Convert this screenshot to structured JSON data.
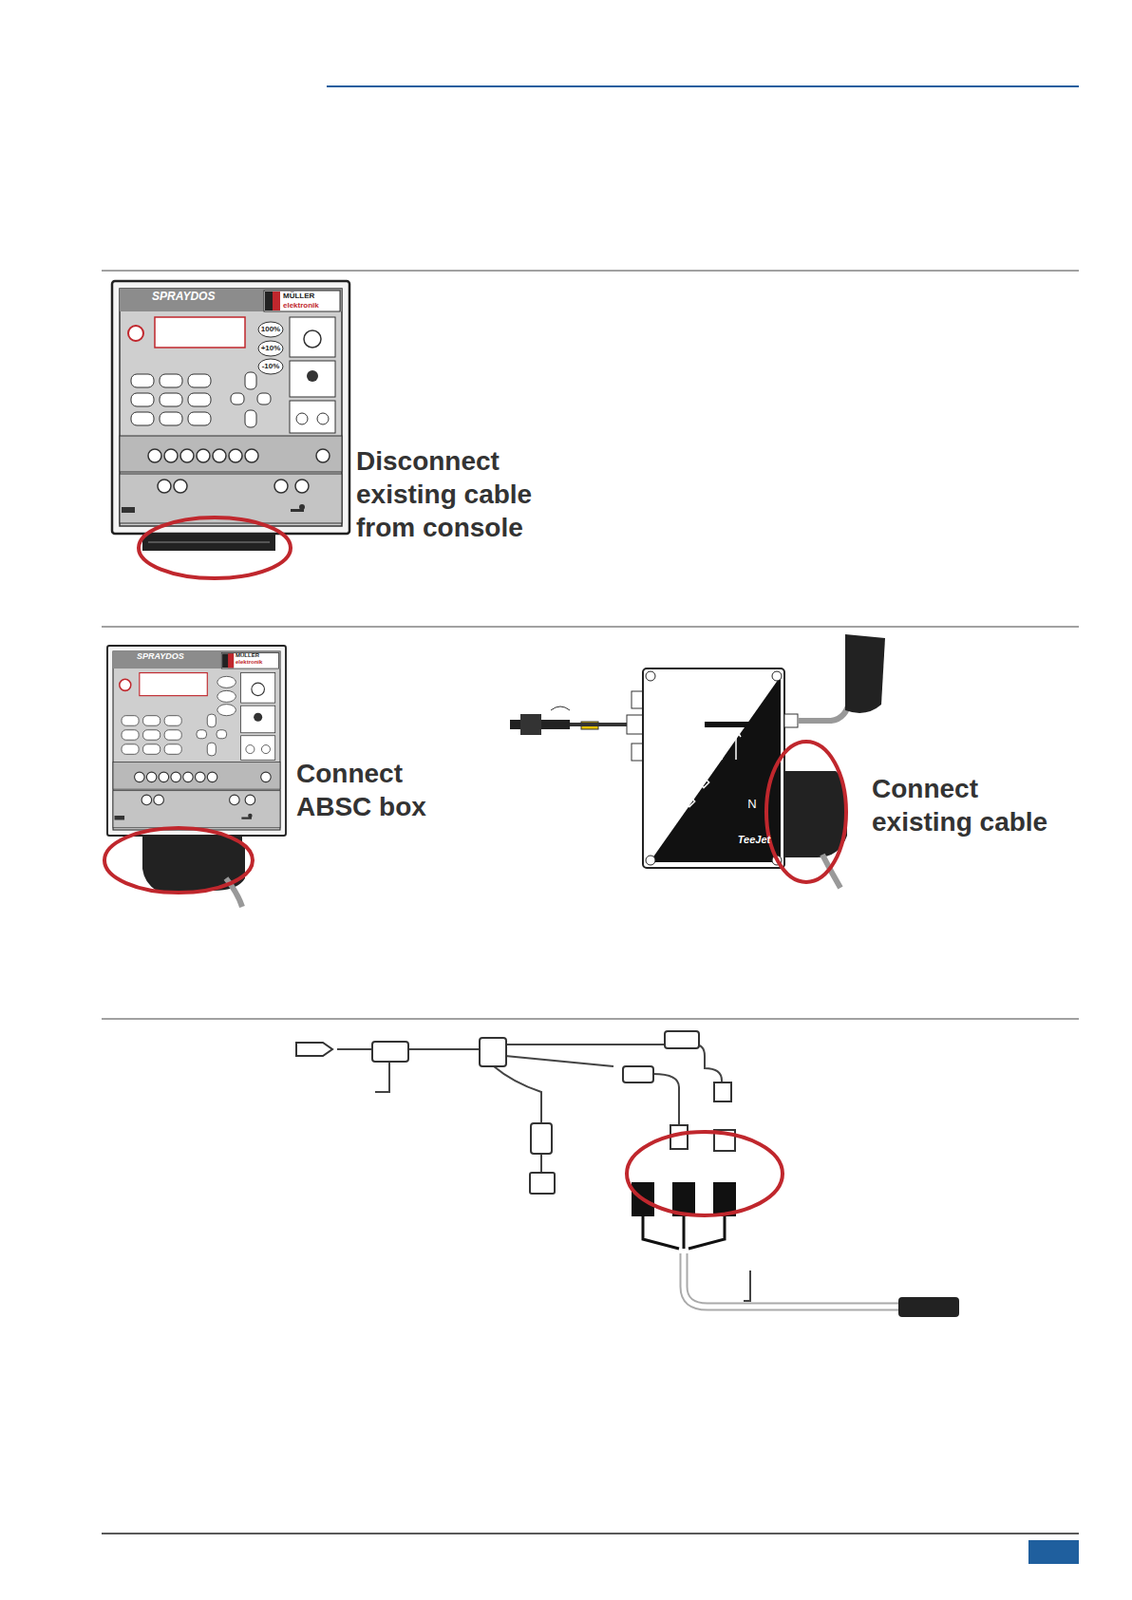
{
  "diagram": {
    "labels": [
      "SPRAYDOS",
      "MÜLLER",
      "elektronik",
      "100%",
      "+10%",
      "-10%",
      "Disconnect existing cable from console",
      "SPRAYDOS",
      "MÜLLER",
      "elektronik",
      "Connect ABSC box",
      "N",
      "TeeJet",
      "Connect existing cable"
    ]
  }
}
